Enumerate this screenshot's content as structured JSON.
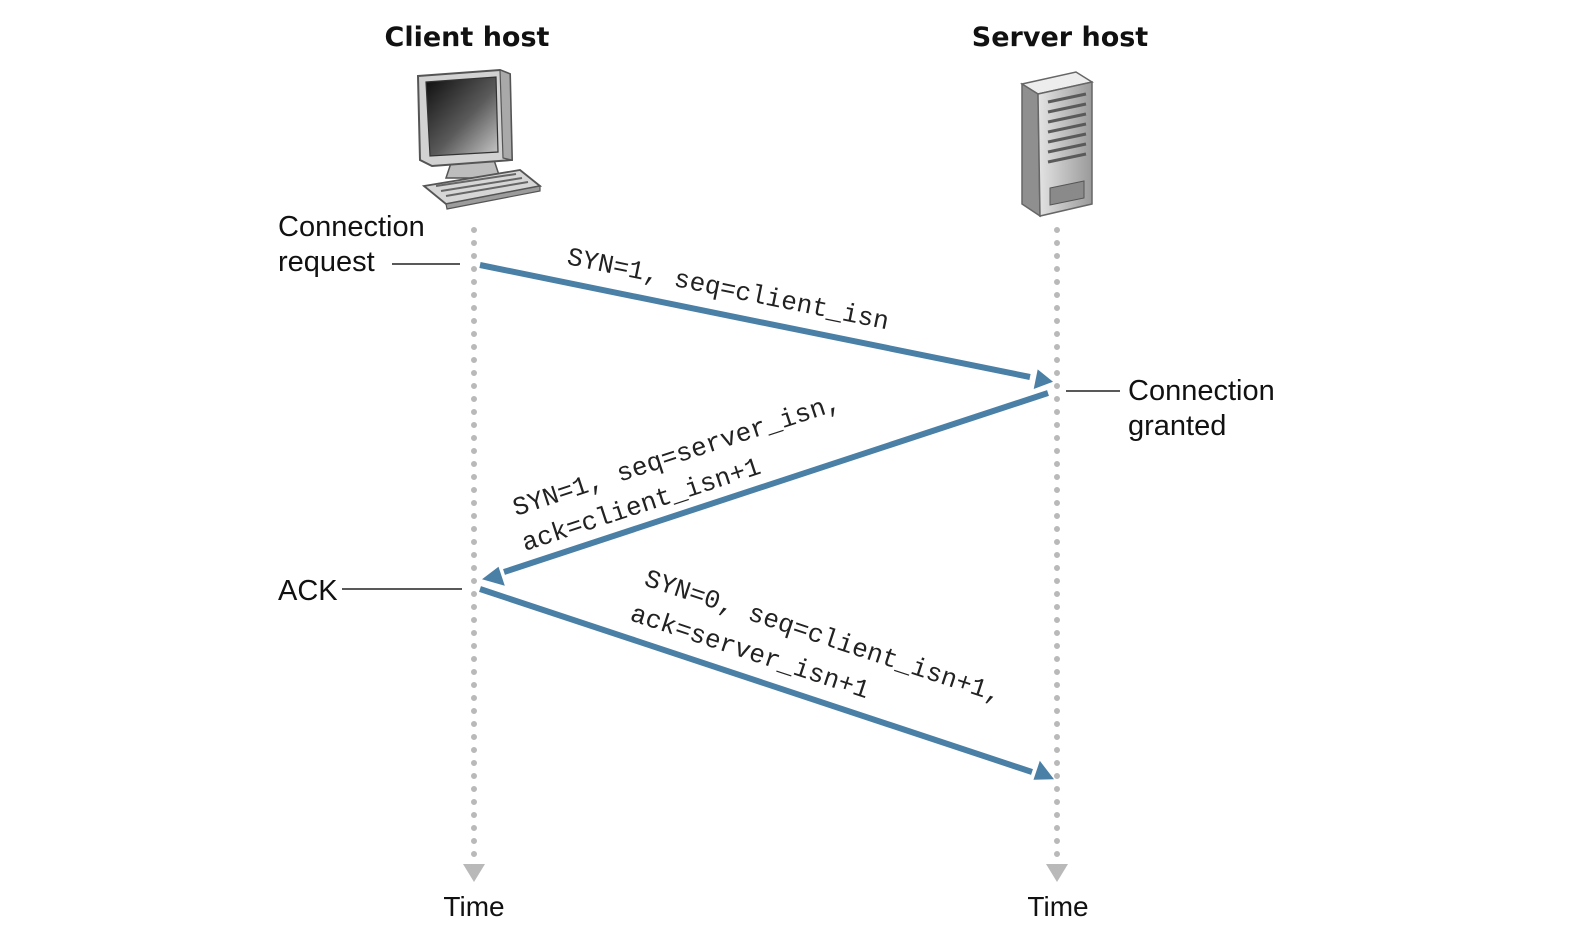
{
  "hosts": {
    "client": {
      "title": "Client host",
      "icon": "desktop-computer-icon"
    },
    "server": {
      "title": "Server host",
      "icon": "server-tower-icon"
    }
  },
  "events": {
    "connection_request": [
      "Connection",
      "request"
    ],
    "connection_granted": [
      "Connection",
      "granted"
    ],
    "ack": "ACK"
  },
  "messages": {
    "syn": [
      "SYN=1, seq=client_isn"
    ],
    "synack": [
      "SYN=1, seq=server_isn,",
      "ack=client_isn+1"
    ],
    "ack": [
      "SYN=0, seq=client_isn+1,",
      "ack=server_isn+1"
    ]
  },
  "time_labels": {
    "client": "Time",
    "server": "Time"
  },
  "colors": {
    "arrow": "#4a7fa6",
    "timeline": "#b9b9b9",
    "text": "#111111"
  }
}
